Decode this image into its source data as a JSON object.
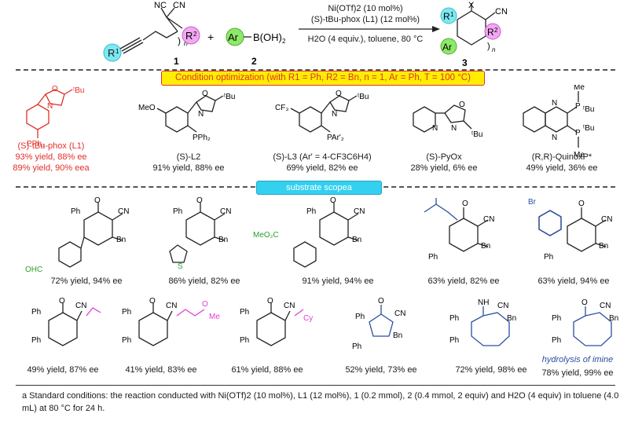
{
  "scheme": {
    "reactant1_label": "1",
    "reactant2_label": "2",
    "product_label": "3",
    "plus": "+",
    "cond_line1": "Ni(OTf)2 (10 mol%)",
    "cond_line2": "(S)-tBu-phox (L1) (12 mol%)",
    "cond_line3": "H2O (4 equiv.), toluene, 80 °C"
  },
  "banner": "Condition optimization (with R1 = Ph, R2 = Bn, n = 1, Ar = Ph, T = 100 °C)",
  "ligands": [
    {
      "name": "(S)-tBu-phox (L1)",
      "line2": "93% yield, 88% ee",
      "line3": "89% yield, 90% eea"
    },
    {
      "name": "(S)-L2",
      "line2": "91% yield, 88% ee"
    },
    {
      "name": "(S)-L3 (Ar' = 4-CF3C6H4)",
      "line2": "69% yield, 82% ee"
    },
    {
      "name": "(S)-PyOx",
      "line2": "28% yield, 6% ee"
    },
    {
      "name": "(R,R)-QuinoxP*",
      "line2": "49% yield, 36% ee"
    }
  ],
  "scope_title": "substrate scopea",
  "row1": [
    "72% yield, 94% ee",
    "86% yield, 82% ee",
    "91% yield, 94% ee",
    "63% yield, 82% ee",
    "63% yield, 94% ee"
  ],
  "row2": [
    "49% yield, 87% ee",
    "41% yield, 83% ee",
    "61% yield, 88% ee",
    "52% yield, 73% ee",
    "72% yield, 98% ee",
    "78% yield, 99% ee"
  ],
  "hydrolysis_note": "hydrolysis of imine",
  "footnote": "a Standard conditions: the reaction conducted with Ni(OTf)2 (10 mol%), L1 (12 mol%), 1 (0.2 mmol), 2 (0.4 mmol, 2 equiv) and H2O (4 equiv) in toluene (4.0 mL) at 80 °C for 24 h."
}
